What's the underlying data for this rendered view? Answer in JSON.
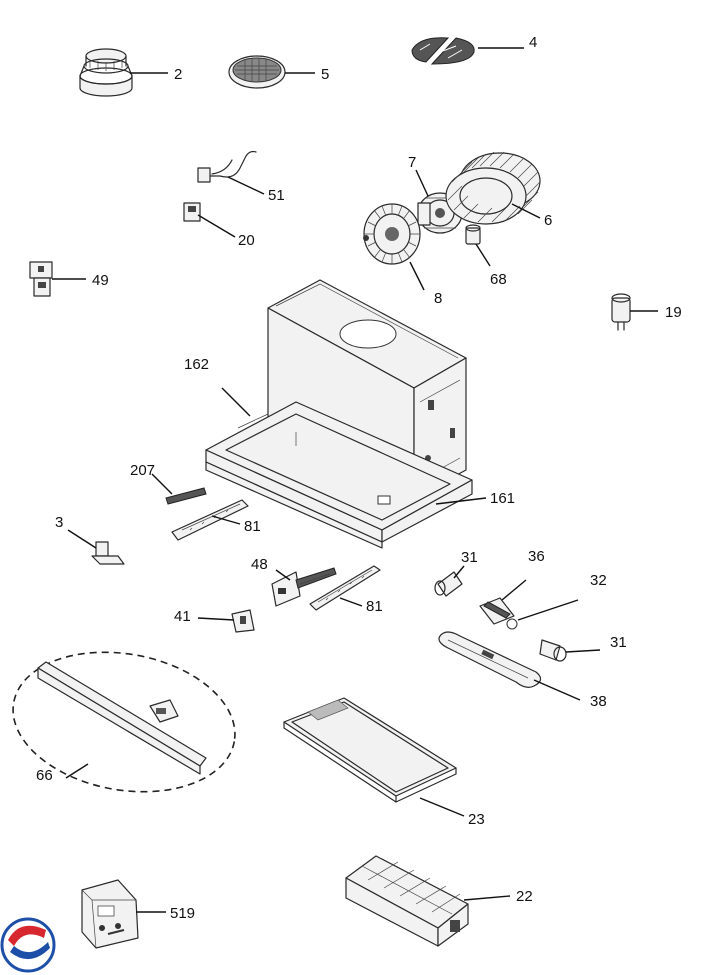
{
  "callouts": [
    {
      "id": "c-2",
      "label": "2"
    },
    {
      "id": "c-5",
      "label": "5"
    },
    {
      "id": "c-4",
      "label": "4"
    },
    {
      "id": "c-51",
      "label": "51"
    },
    {
      "id": "c-7",
      "label": "7"
    },
    {
      "id": "c-6",
      "label": "6"
    },
    {
      "id": "c-20",
      "label": "20"
    },
    {
      "id": "c-8",
      "label": "8"
    },
    {
      "id": "c-68",
      "label": "68"
    },
    {
      "id": "c-49",
      "label": "49"
    },
    {
      "id": "c-19",
      "label": "19"
    },
    {
      "id": "c-162",
      "label": "162"
    },
    {
      "id": "c-161",
      "label": "161"
    },
    {
      "id": "c-207",
      "label": "207"
    },
    {
      "id": "c-81a",
      "label": "81"
    },
    {
      "id": "c-3",
      "label": "3"
    },
    {
      "id": "c-31a",
      "label": "31"
    },
    {
      "id": "c-36",
      "label": "36"
    },
    {
      "id": "c-32",
      "label": "32"
    },
    {
      "id": "c-48",
      "label": "48"
    },
    {
      "id": "c-81b",
      "label": "81"
    },
    {
      "id": "c-41",
      "label": "41"
    },
    {
      "id": "c-31b",
      "label": "31"
    },
    {
      "id": "c-38",
      "label": "38"
    },
    {
      "id": "c-66",
      "label": "66"
    },
    {
      "id": "c-23",
      "label": "23"
    },
    {
      "id": "c-22",
      "label": "22"
    },
    {
      "id": "c-519",
      "label": "519"
    }
  ],
  "logo": {
    "icon": "brand-logo-icon",
    "colors": [
      "#1e4fa8",
      "#d7282f"
    ]
  }
}
